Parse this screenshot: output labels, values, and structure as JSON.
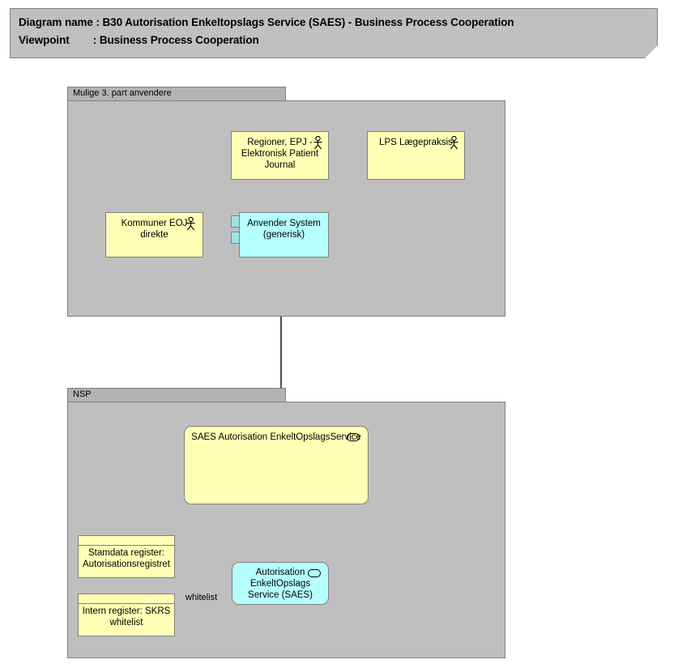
{
  "header": {
    "line1": "Diagram name : B30 Autorisation Enkeltopslags Service (SAES) - Business Process Cooperation",
    "line2": "Viewpoint        : Business Process Cooperation"
  },
  "groups": [
    {
      "id": "third-party",
      "label": "Mulige 3. part anvendere"
    },
    {
      "id": "nsp",
      "label": "NSP"
    }
  ],
  "elements": [
    {
      "id": "regioner-epj",
      "label": "Regioner, EPJ - Elektronisk Patient Journal",
      "type": "business-actor",
      "color": "#ffffb5"
    },
    {
      "id": "lps",
      "label": "LPS Lægepraksis",
      "type": "business-actor",
      "color": "#ffffb5"
    },
    {
      "id": "kommuner-eoj",
      "label": "Kommuner EOJ direkte",
      "type": "business-actor",
      "color": "#ffffb5"
    },
    {
      "id": "anvender-system",
      "label": "Anvender System (generisk)",
      "type": "component",
      "color": "#b5ffff"
    },
    {
      "id": "saes-service",
      "label": "SAES Autorisation EnkeltOpslagsService",
      "type": "application-service",
      "color": "#ffffb5"
    },
    {
      "id": "saes-component",
      "label": "Autorisation EnkeltOpslags Service (SAES)",
      "type": "application-service",
      "color": "#b5ffff"
    },
    {
      "id": "stamdata-register",
      "label": "Stamdata register: Autorisationsregistret",
      "type": "data-object",
      "color": "#ffffb5"
    },
    {
      "id": "intern-register",
      "label": "Intern register: SKRS whitelist",
      "type": "data-object",
      "color": "#ffffb5"
    }
  ],
  "edges": [
    {
      "id": "anvender-to-regioner",
      "from": "anvender-system",
      "to": "regioner-epj",
      "style": "solid",
      "arrow": "open",
      "label": ""
    },
    {
      "id": "anvender-to-lps",
      "from": "anvender-system",
      "to": "lps",
      "style": "solid",
      "arrow": "open",
      "label": ""
    },
    {
      "id": "anvender-to-kommuner",
      "from": "anvender-system",
      "to": "kommuner-eoj",
      "style": "solid",
      "arrow": "open",
      "label": ""
    },
    {
      "id": "anvender-to-saes",
      "from": "anvender-system",
      "to": "saes-service",
      "style": "solid",
      "arrow": "filled",
      "label": ""
    },
    {
      "id": "saescomp-to-saessvc",
      "from": "saes-component",
      "to": "saes-service",
      "style": "dotted",
      "arrow": "triangle",
      "label": ""
    },
    {
      "id": "stamdata-to-saescomp",
      "from": "stamdata-register",
      "to": "saes-component",
      "style": "dashed",
      "arrow": "open",
      "label": ""
    },
    {
      "id": "intern-to-saescomp",
      "from": "intern-register",
      "to": "saes-component",
      "style": "dashed",
      "arrow": "open",
      "label": "whitelist"
    }
  ],
  "labels": {
    "whitelist": "whitelist"
  },
  "colors": {
    "group_fill": "#bfbfbf",
    "group_tab_fill": "#b3b3b3",
    "note_fill": "#c0c0c0",
    "yellow": "#ffffb5",
    "cyan": "#b5ffff",
    "stroke": "#808080",
    "line": "#000000"
  }
}
